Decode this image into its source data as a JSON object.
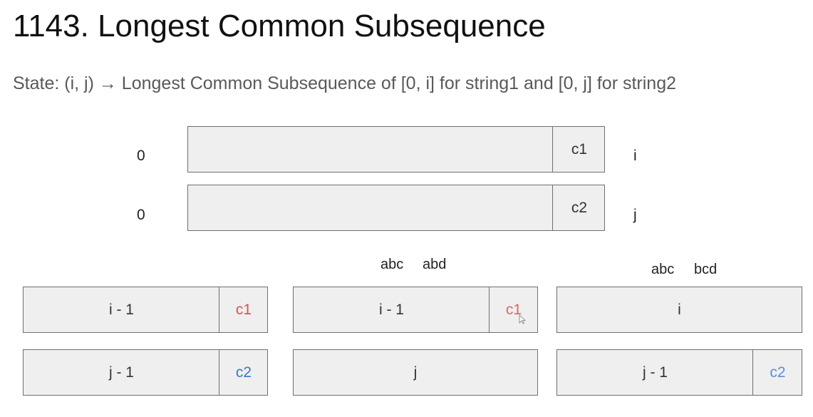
{
  "title": "1143. Longest Common Subsequence",
  "state": "State: (i, j) → Longest Common Subsequence of [0, i] for string1 and [0, j] for string2",
  "top": {
    "row1": {
      "start": "0",
      "end_char": "c1",
      "index": "i"
    },
    "row2": {
      "start": "0",
      "end_char": "c2",
      "index": "j"
    }
  },
  "cases": [
    {
      "example": null,
      "row1": {
        "label": "i - 1",
        "end_char": "c1"
      },
      "row2": {
        "label": "j - 1",
        "end_char": "c2"
      }
    },
    {
      "example": {
        "s1": "abc",
        "s2": "abd"
      },
      "row1": {
        "label": "i - 1",
        "end_char": "c1"
      },
      "row2": {
        "label": "j"
      }
    },
    {
      "example": {
        "s1": "abc",
        "s2": "bcd"
      },
      "row1": {
        "label": "i"
      },
      "row2": {
        "label": "j - 1",
        "end_char": "c2"
      }
    }
  ],
  "colors": {
    "c1": "#d9534f",
    "c2": "#3b78c9"
  }
}
